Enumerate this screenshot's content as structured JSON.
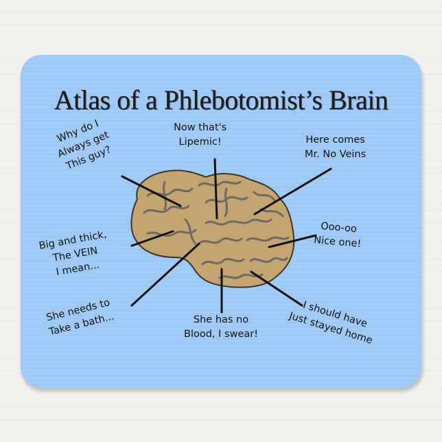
{
  "title": "Atlas of a Phlebotomist’s Brain",
  "colors": {
    "pad": "#a0cbf6",
    "brain_fill": "#c4a571",
    "brain_fold": "#6e6a62",
    "text": "#111111",
    "background": "#f2f0ed"
  },
  "labels": [
    {
      "id": "why",
      "lines": [
        "Why do I",
        "Always get",
        "This guy?"
      ]
    },
    {
      "id": "lipemic",
      "lines": [
        "Now that's",
        "Lipemic!"
      ]
    },
    {
      "id": "noveins",
      "lines": [
        "Here comes",
        "Mr. No Veins"
      ]
    },
    {
      "id": "bigthick",
      "lines": [
        "Big and thick,",
        "The VEIN",
        "I mean..."
      ]
    },
    {
      "id": "nice",
      "lines": [
        "Ooo-oo",
        "Nice one!"
      ]
    },
    {
      "id": "bath",
      "lines": [
        "She needs to",
        "Take a bath..."
      ]
    },
    {
      "id": "noblood",
      "lines": [
        "She has no",
        "Blood, I swear!"
      ]
    },
    {
      "id": "home",
      "lines": [
        "I should have",
        "Just stayed home"
      ]
    }
  ]
}
